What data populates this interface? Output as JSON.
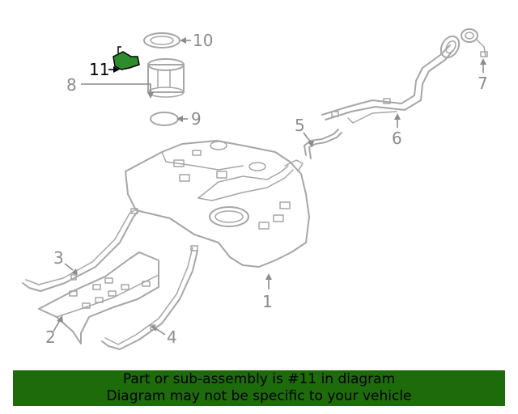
{
  "callouts": {
    "c1": "1",
    "c2": "2",
    "c3": "3",
    "c4": "4",
    "c5": "5",
    "c6": "6",
    "c7": "7",
    "c8": "8",
    "c9": "9",
    "c10": "10",
    "c11": "11"
  },
  "highlight_color": "#2e8b2e",
  "banner": {
    "line1": "Part or sub-assembly is #11 in diagram",
    "line2": "Diagram may not be specific to your vehicle",
    "color": "#1e6b0b"
  }
}
